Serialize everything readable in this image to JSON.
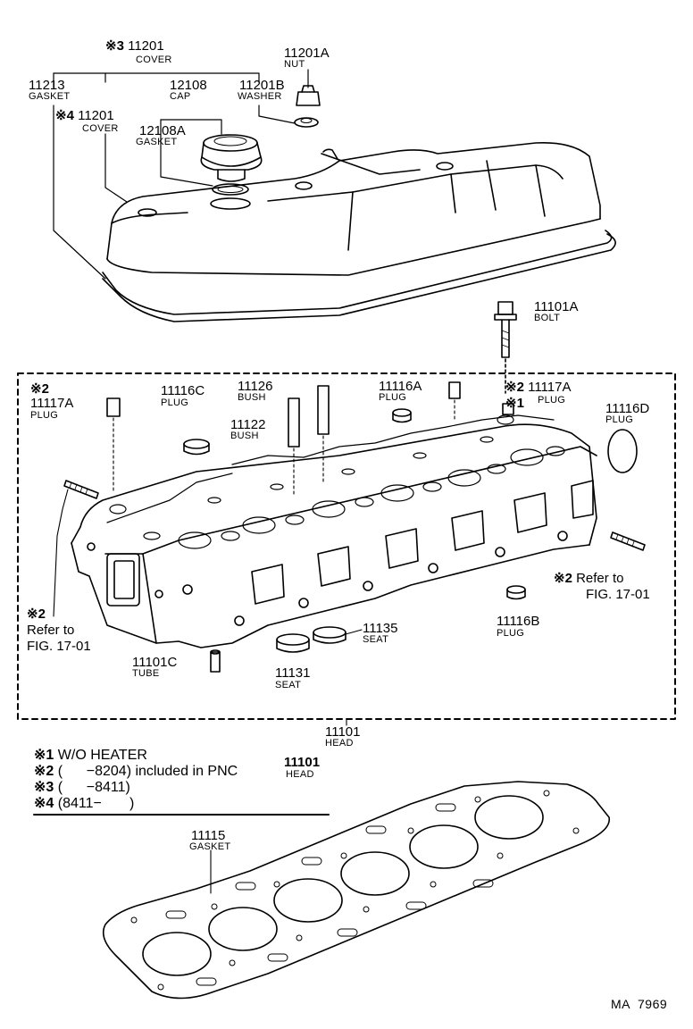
{
  "mark": "※",
  "parts": {
    "p11201_top": {
      "prefix": "3",
      "number": "11201",
      "name": "COVER"
    },
    "p11213": {
      "number": "11213",
      "name": "GASKET"
    },
    "p11201_cov": {
      "prefix": "4",
      "number": "11201",
      "name": "COVER"
    },
    "p12108": {
      "number": "12108",
      "name": "CAP"
    },
    "p12108A": {
      "number": "12108A",
      "name": "GASKET"
    },
    "p11201B": {
      "number": "11201B",
      "name": "WASHER"
    },
    "p11201A": {
      "number": "11201A",
      "name": "NUT"
    },
    "p11101A": {
      "number": "11101A",
      "name": "BOLT"
    },
    "p11117A_l": {
      "prefix": "2",
      "number": "11117A",
      "name": "PLUG"
    },
    "p11116C": {
      "number": "11116C",
      "name": "PLUG"
    },
    "p11126": {
      "number": "11126",
      "name": "BUSH"
    },
    "p11122": {
      "number": "11122",
      "name": "BUSH"
    },
    "p11116A": {
      "number": "11116A",
      "name": "PLUG"
    },
    "p11117A_r": {
      "prefix": "2",
      "number": "11117A",
      "prefix2": "1",
      "name": "PLUG"
    },
    "p11116D": {
      "number": "11116D",
      "name": "PLUG"
    },
    "p11116B": {
      "number": "11116B",
      "name": "PLUG"
    },
    "p11135": {
      "number": "11135",
      "name": "SEAT"
    },
    "p11131": {
      "number": "11131",
      "name": "SEAT"
    },
    "p11101C": {
      "number": "11101C",
      "name": "TUBE"
    },
    "p11101": {
      "number": "11101",
      "name": "HEAD"
    },
    "p11115": {
      "number": "11115",
      "name": "GASKET"
    }
  },
  "refs": {
    "right": {
      "prefix": "2",
      "line1": "Refer to",
      "line2": "FIG. 17-01"
    },
    "left": {
      "prefix": "2",
      "line1": "Refer to",
      "line2": "FIG. 17-01"
    }
  },
  "notes": [
    {
      "num": "1",
      "text": "W/O HEATER"
    },
    {
      "num": "2",
      "text": "(      −8204) included in PNC",
      "pnc": "11101",
      "pnc_name": "HEAD"
    },
    {
      "num": "3",
      "text": "(      −8411)"
    },
    {
      "num": "4",
      "text": "(8411−       )"
    }
  ],
  "code": "MA  7969"
}
